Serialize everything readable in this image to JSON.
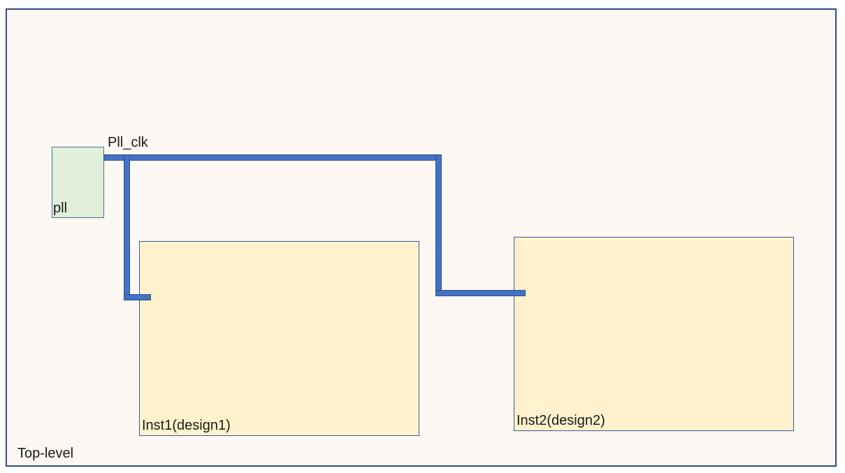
{
  "diagram": {
    "title": "Top-level",
    "net": {
      "label": "Pll_clk"
    },
    "blocks": {
      "pll": {
        "label": "pll"
      },
      "inst1": {
        "label": "Inst1(design1)"
      },
      "inst2": {
        "label": "Inst2(design2)"
      }
    },
    "colors": {
      "background": "#FDF8F3",
      "boundary_border": "#2E4C7E",
      "pll_fill": "#E2EFDA",
      "pll_border": "#41719C",
      "inst_fill": "#FFF2CC",
      "inst_border": "#3A5795",
      "wire_fill": "#4472C4",
      "wire_border": "#2F528F",
      "text": "#1A1A1A"
    }
  }
}
